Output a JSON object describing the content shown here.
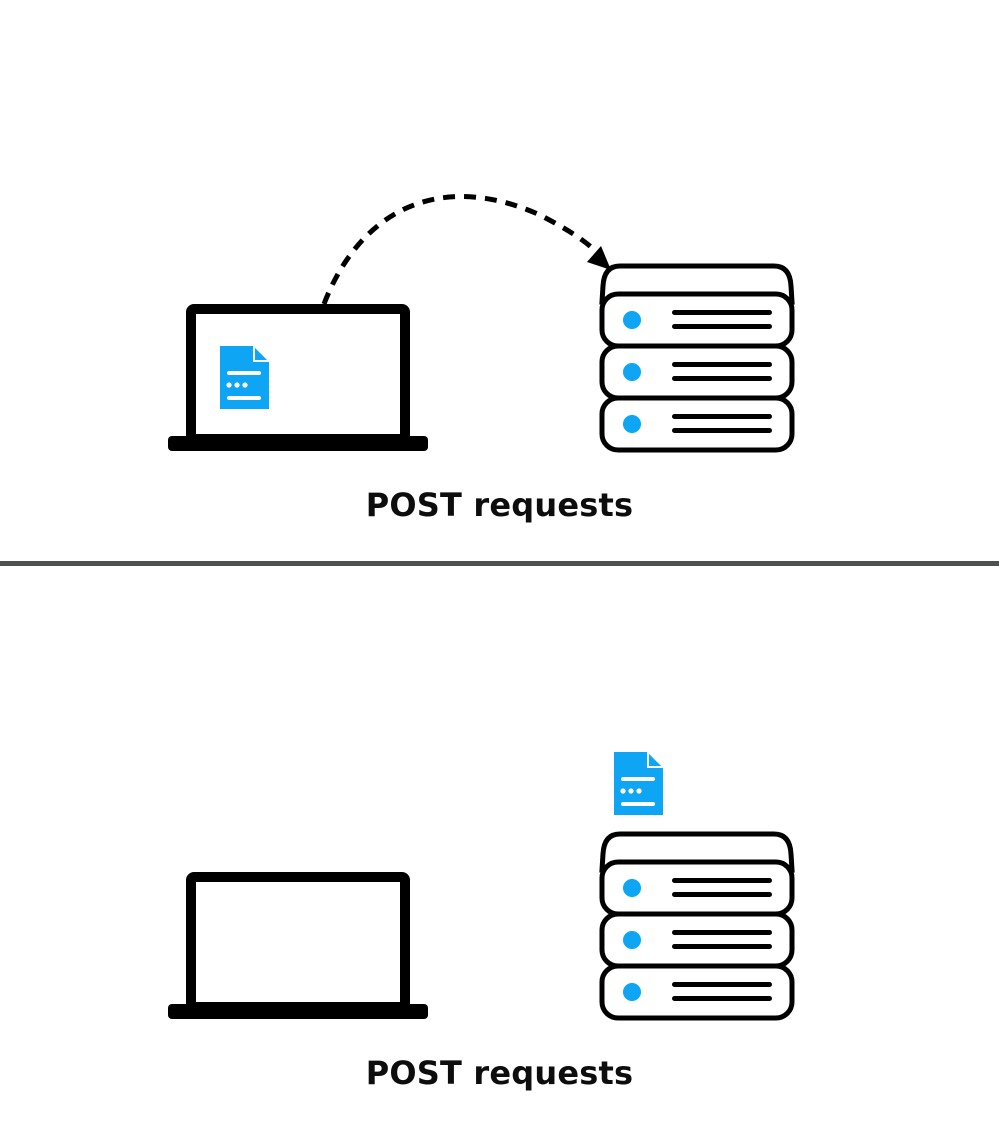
{
  "colors": {
    "line": "#000000",
    "accent": "#0ea5f5",
    "divider": "#4d4f53",
    "background": "#ffffff"
  },
  "panels": [
    {
      "caption": "POST requests",
      "document_location": "laptop",
      "arrow": "laptop-to-server"
    },
    {
      "caption": "POST requests",
      "document_location": "server",
      "arrow": "none"
    }
  ],
  "icons": [
    "laptop-icon",
    "server-stack-icon",
    "document-icon",
    "dashed-arrow-icon"
  ]
}
